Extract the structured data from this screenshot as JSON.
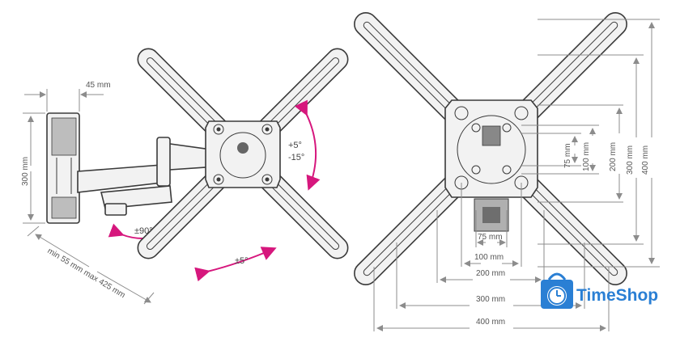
{
  "side_view": {
    "depth_label": "45 mm",
    "height_label": "300 mm",
    "reach_label": "min 55 mm max 425 mm",
    "swivel_label": "±90°",
    "tilt_up_label": "+5°",
    "tilt_down_label": "-15°",
    "rotation_label": "±5°"
  },
  "front_view": {
    "h_labels": [
      "75 mm",
      "100 mm",
      "200 mm",
      "300 mm",
      "400 mm"
    ],
    "v_labels": [
      "75 mm",
      "100 mm",
      "200 mm",
      "300 mm",
      "400 mm"
    ]
  },
  "brand": {
    "name": "TimeShop",
    "color": "#2a7fd4",
    "icon": "shopping-bag-clock-icon"
  },
  "colors": {
    "arrow_accent": "#d6177d",
    "line": "#3a3a3a",
    "dimension": "#8c8c8c"
  }
}
